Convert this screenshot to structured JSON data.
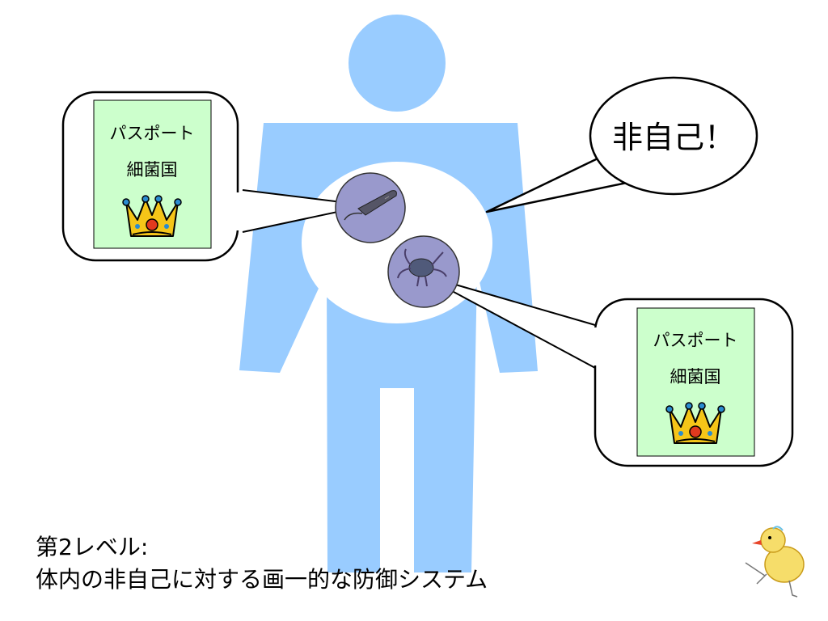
{
  "speech_bubble": {
    "text": "非自己！"
  },
  "passport_left": {
    "line1": "パスポート",
    "line2": "細菌国"
  },
  "passport_right": {
    "line1": "パスポート",
    "line2": "細菌国"
  },
  "caption": {
    "line1": "第2レベル:",
    "line2": "体内の非自己に対する画一的な防御システム"
  },
  "colors": {
    "body": "#99ccff",
    "bubble_stroke": "#000000",
    "passport_fill": "#ccffcc",
    "pathogen_fill": "#9999cc",
    "crown": "#f5c518"
  },
  "icons": [
    "human-figure",
    "bacterium-rod-icon",
    "bacterium-spider-icon",
    "crown-icon",
    "duck-chick-icon"
  ]
}
